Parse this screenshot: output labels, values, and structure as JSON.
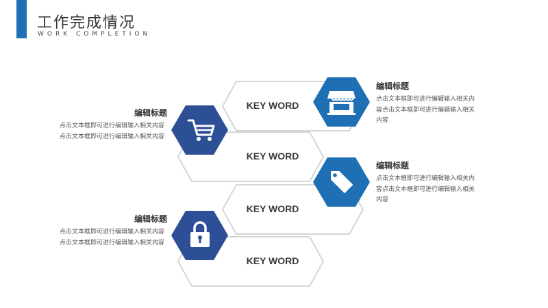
{
  "header": {
    "title": "工作完成情况",
    "subtitle": "WORK COMPLETION"
  },
  "colors": {
    "accent": "#1f6fb5",
    "dark_blue": "#2d4f96",
    "outline": "#d5d5d5"
  },
  "keywords": [
    "KEY WORD",
    "KEY WORD",
    "KEY WORD",
    "KEY WORD"
  ],
  "icons": [
    "store-icon",
    "cart-icon",
    "tag-icon",
    "lock-icon"
  ],
  "blocks": [
    {
      "heading": "编辑标题",
      "text": "点击文本框即可进行编辑输入相关内容点击文本框即可进行编辑输入相关内容"
    },
    {
      "heading": "编辑标题",
      "text": "点击文本框即可进行编辑输入相关内容点击文本框即可进行编辑输入相关内容"
    },
    {
      "heading": "编辑标题",
      "text": "点击文本框即可进行编辑输入相关内容点击文本框即可进行编辑输入相关内容"
    },
    {
      "heading": "编辑标题",
      "text": "点击文本框即可进行编辑输入相关内容点击文本框即可进行编辑输入相关内容"
    }
  ]
}
